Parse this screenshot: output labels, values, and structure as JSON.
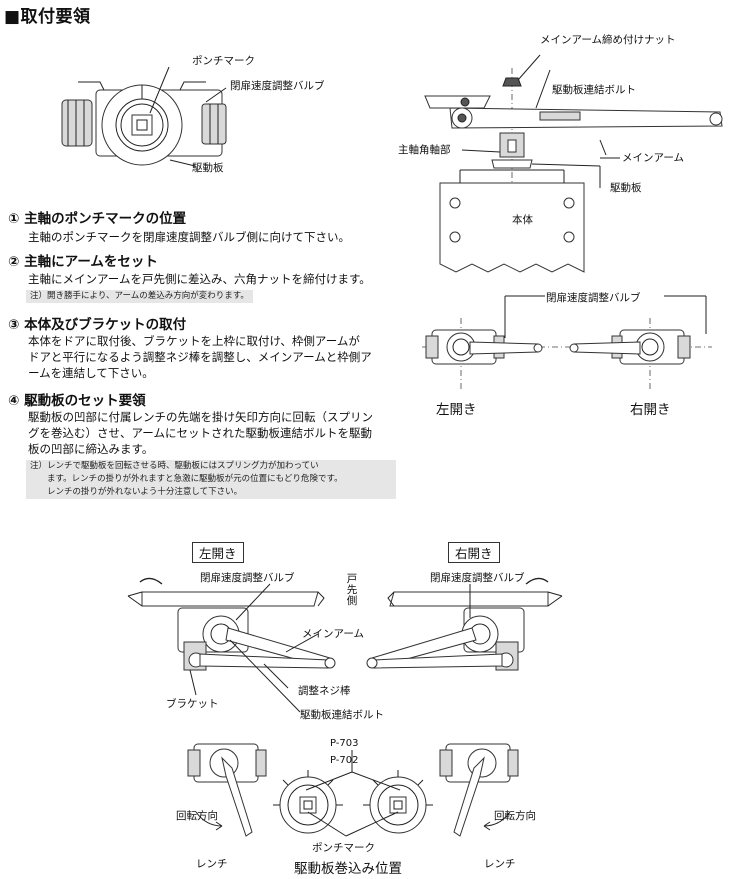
{
  "title": "■取付要領",
  "top_left_figure": {
    "punch_mark": "ポンチマーク",
    "valve": "閉扉速度調整バルブ",
    "drive_plate": "駆動板"
  },
  "top_right_figure": {
    "nut": "メインアーム締め付けナット",
    "bolt": "駆動板連結ボルト",
    "square_shaft": "主軸角軸部",
    "main_arm": "メインアーム",
    "drive_plate": "駆動板",
    "body": "本体"
  },
  "sections": [
    {
      "heading": "① 主軸のポンチマークの位置",
      "lines": [
        "主軸のポンチマークを閉扉速度調整バルブ側に向けて下さい。"
      ]
    },
    {
      "heading": "② 主軸にアームをセット",
      "lines": [
        "主軸にメインアームを戸先側に差込み、六角ナットを締付けます。"
      ],
      "note": [
        "注）開き勝手により、アームの差込み方向が変わります。"
      ]
    },
    {
      "heading": "③ 本体及びブラケットの取付",
      "lines": [
        "本体をドアに取付後、ブラケットを上枠に取付け、枠側アームが",
        "ドアと平行になるよう調整ネジ棒を調整し、メインアームと枠側ア",
        "ームを連結して下さい。"
      ]
    },
    {
      "heading": "④ 駆動板のセット要領",
      "lines": [
        "駆動板の凹部に付属レンチの先端を掛け矢印方向に回転（スプリン",
        "グを巻込む）させ、アームにセットされた駆動板連結ボルトを駆動",
        "板の凹部に締込みます。"
      ],
      "note": [
        "注）レンチで駆動板を回転させる時、駆動板にはスプリング力が加わってい",
        "　　ます。レンチの掛りが外れますと急激に駆動板が元の位置にもどり危険です。",
        "　　レンチの掛りが外れないよう十分注意して下さい。"
      ]
    }
  ],
  "mid_right_figure": {
    "valve": "閉扉速度調整バルブ",
    "left_open": "左開き",
    "right_open": "右開き"
  },
  "bottom_figure": {
    "left_open": "左開き",
    "right_open": "右開き",
    "valve_left": "閉扉速度調整バルブ",
    "valve_right": "閉扉速度調整バルブ",
    "door_edge": "戸先側",
    "main_arm": "メインアーム",
    "bracket": "ブラケット",
    "adjust_rod": "調整ネジ棒",
    "bolt": "駆動板連結ボルト",
    "p703": "P-703",
    "p702": "P-702",
    "rotation_left": "回転方向",
    "rotation_right": "回転方向",
    "wrench_left": "レンチ",
    "wrench_right": "レンチ",
    "punch_mark": "ポンチマーク",
    "wind_position": "駆動板巻込み位置"
  }
}
